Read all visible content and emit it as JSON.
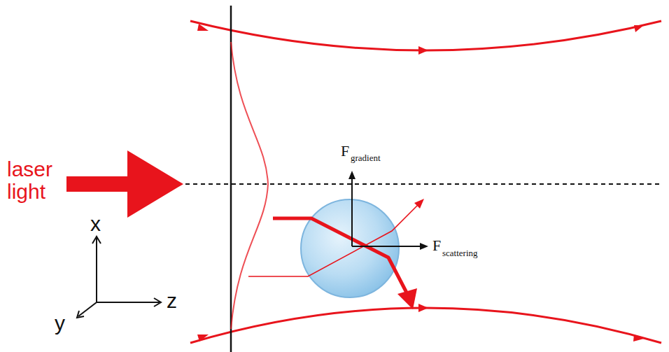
{
  "diagram": {
    "labels": [
      "laser light",
      "x",
      "y",
      "z",
      "F",
      "gradient",
      "F",
      "scattering"
    ]
  }
}
